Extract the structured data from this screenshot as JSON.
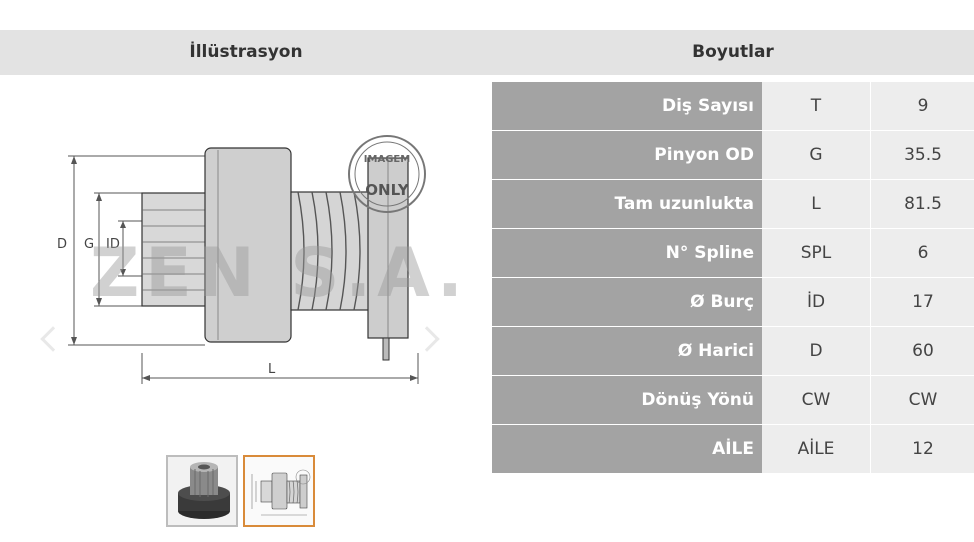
{
  "header": {
    "left_title": "İllüstrasyon",
    "right_title": "Boyutlar"
  },
  "specs": [
    {
      "label": "Diş Sayısı",
      "code": "T",
      "value": "9"
    },
    {
      "label": "Pinyon OD",
      "code": "G",
      "value": "35.5"
    },
    {
      "label": "Tam uzunlukta",
      "code": "L",
      "value": "81.5"
    },
    {
      "label": "N° Spline",
      "code": "SPL",
      "value": "6"
    },
    {
      "label": "Ø Burç",
      "code": "İD",
      "value": "17"
    },
    {
      "label": "Ø Harici",
      "code": "D",
      "value": "60"
    },
    {
      "label": "Dönüş Yönü",
      "code": "CW",
      "value": "CW"
    },
    {
      "label": "AİLE",
      "code": "AİLE",
      "value": "12"
    }
  ],
  "illustration": {
    "dim_labels": {
      "d": "D",
      "g": "G",
      "id": "ID",
      "l": "L"
    },
    "stamp": {
      "top": "IMAGEM",
      "bottom": "ONLY"
    },
    "watermark": "ZEN S.A."
  }
}
